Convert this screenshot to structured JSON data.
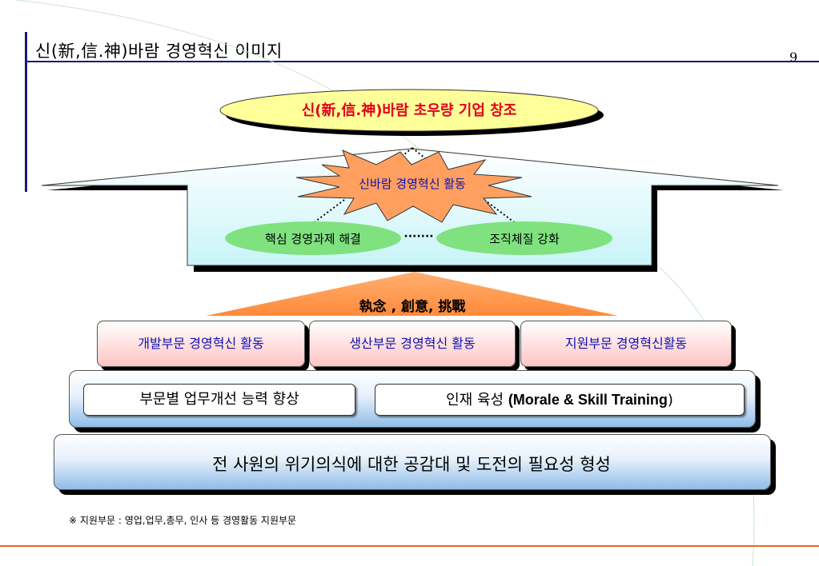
{
  "header": {
    "title": "신(新,信.神)바람  경영혁신 이미지",
    "page_number": "9"
  },
  "vision": "신(新,信.神)바람  초우량 기업  창조",
  "activity": "신바람 경영혁신 활동",
  "goals": [
    "핵심 경영과제 해결",
    "조직체질 강화"
  ],
  "goals_connector": "·······",
  "values": "執念 , 創意, 挑戰",
  "departments": [
    "개발부문 경영혁신 활동",
    "생산부문 경영혁신 활동",
    "지원부문 경영혁신활동"
  ],
  "capabilities": {
    "left": "부문별  업무개선 능력 향상",
    "right_prefix": "인재 육성",
    "right_bold": "(Morale & Skill Training",
    "right_suffix": ")"
  },
  "foundation": "전 사원의 위기의식에 대한 공감대  및  도전의 필요성  형성",
  "footnote": "※ 지원부문 : 영업,업무,총무, 인사 등 경영활동 지원부문",
  "colors": {
    "accent_navy": "#1a1a7a",
    "vision_text": "#e0001c",
    "vision_fill": "#ffff99",
    "star_fill": "#ffa060",
    "goal_fill": "#7fe27f",
    "values_triangle": "#ff9a50",
    "department_text": "#1010b0",
    "footer_line": "#e8642a"
  }
}
